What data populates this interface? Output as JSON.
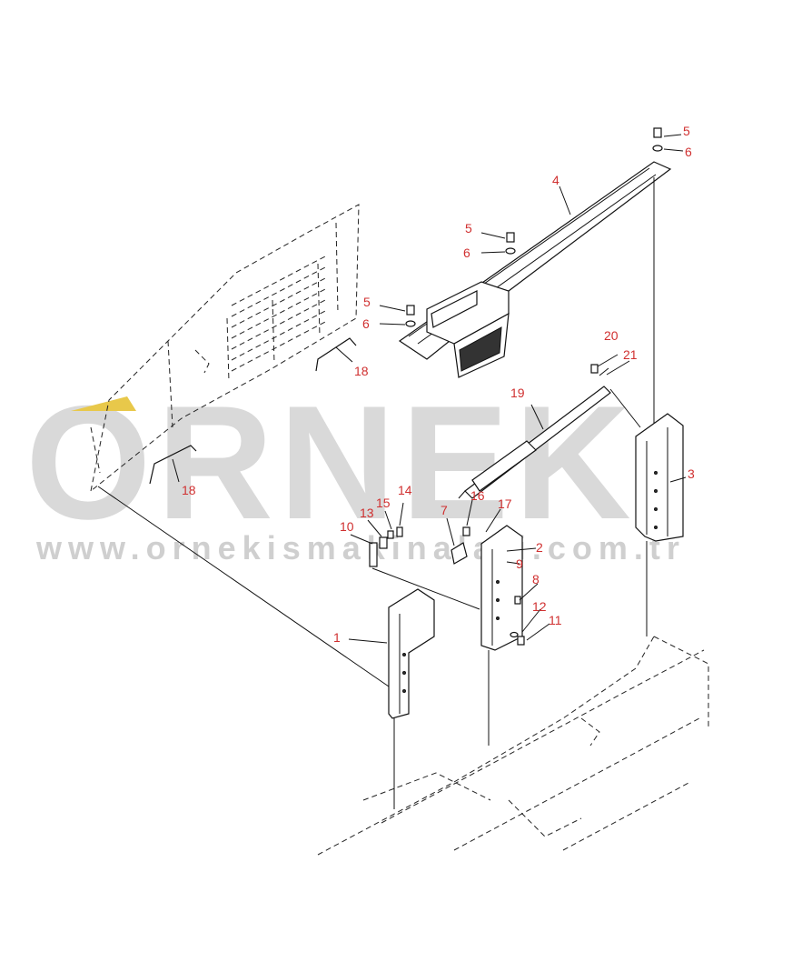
{
  "watermark": {
    "brand": "ORNEK",
    "url": "www.ornekismakinalari.com.tr"
  },
  "callouts": [
    {
      "id": "c1",
      "text": "1"
    },
    {
      "id": "c2",
      "text": "2"
    },
    {
      "id": "c3",
      "text": "3"
    },
    {
      "id": "c4",
      "text": "4"
    },
    {
      "id": "c5a",
      "text": "5"
    },
    {
      "id": "c6a",
      "text": "6"
    },
    {
      "id": "c5b",
      "text": "5"
    },
    {
      "id": "c6b",
      "text": "6"
    },
    {
      "id": "c5c",
      "text": "5"
    },
    {
      "id": "c6c",
      "text": "6"
    },
    {
      "id": "c7",
      "text": "7"
    },
    {
      "id": "c8",
      "text": "8"
    },
    {
      "id": "c9",
      "text": "9"
    },
    {
      "id": "c10",
      "text": "10"
    },
    {
      "id": "c11",
      "text": "11"
    },
    {
      "id": "c12",
      "text": "12"
    },
    {
      "id": "c13",
      "text": "13"
    },
    {
      "id": "c14",
      "text": "14"
    },
    {
      "id": "c15",
      "text": "15"
    },
    {
      "id": "c16",
      "text": "16"
    },
    {
      "id": "c17",
      "text": "17"
    },
    {
      "id": "c18a",
      "text": "18"
    },
    {
      "id": "c18b",
      "text": "18"
    },
    {
      "id": "c19",
      "text": "19"
    },
    {
      "id": "c20",
      "text": "20"
    },
    {
      "id": "c21",
      "text": "21"
    }
  ]
}
